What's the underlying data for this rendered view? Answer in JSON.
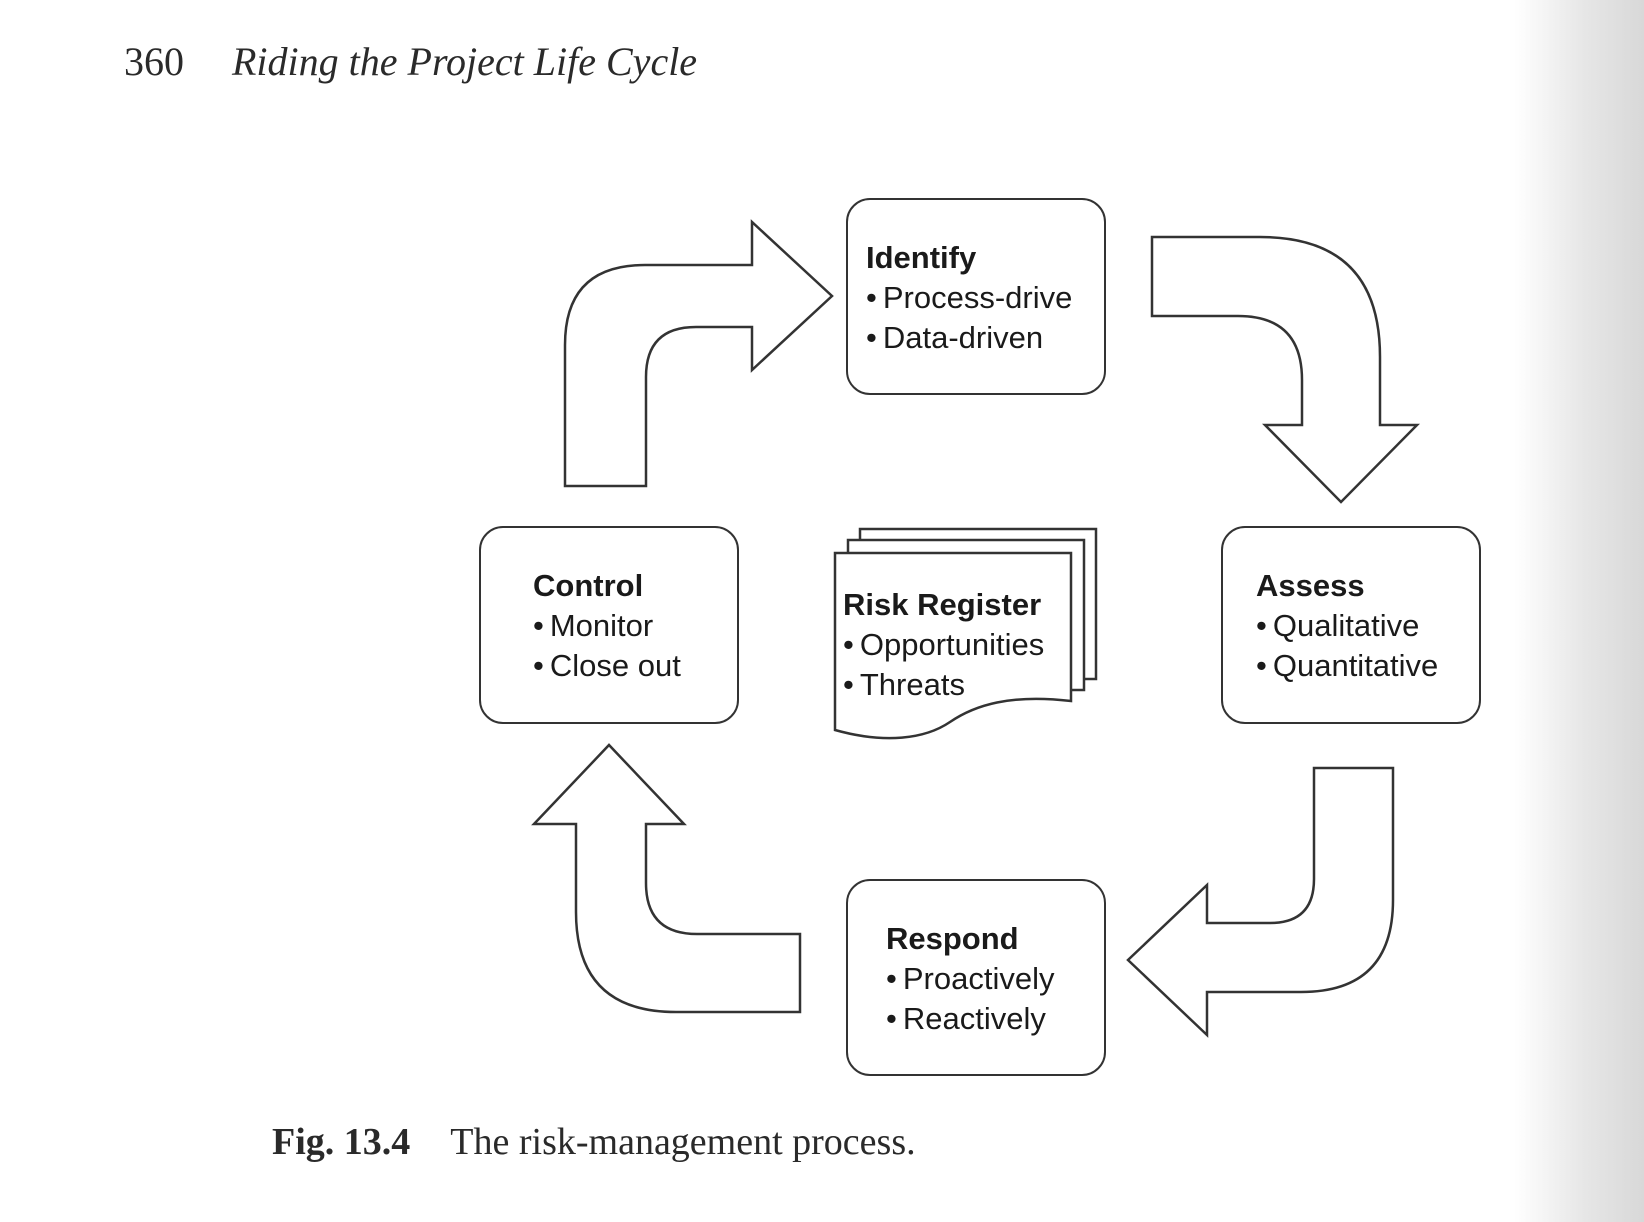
{
  "header": {
    "page_number": "360",
    "book_title": "Riding the Project Life Cycle"
  },
  "diagram": {
    "steps": [
      {
        "id": "identify",
        "title": "Identify",
        "items": [
          "Process-drive",
          "Data-driven"
        ]
      },
      {
        "id": "assess",
        "title": "Assess",
        "items": [
          "Qualitative",
          "Quantitative"
        ]
      },
      {
        "id": "respond",
        "title": "Respond",
        "items": [
          "Proactively",
          "Reactively"
        ]
      },
      {
        "id": "control",
        "title": "Control",
        "items": [
          "Monitor",
          "Close out"
        ]
      }
    ],
    "center": {
      "title": "Risk Register",
      "items": [
        "Opportunities",
        "Threats"
      ]
    }
  },
  "caption": {
    "label": "Fig. 13.4",
    "text": "The risk-management process."
  }
}
